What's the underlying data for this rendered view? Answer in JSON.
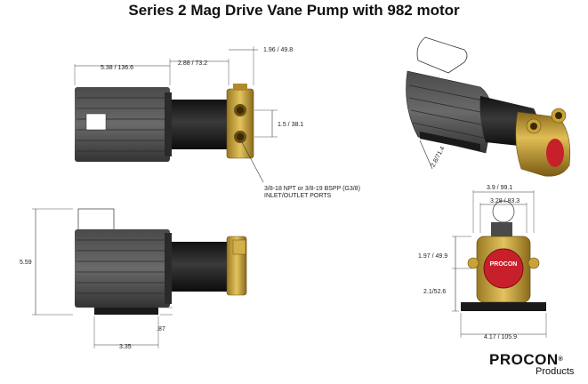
{
  "title": "Series 2 Mag Drive Vane Pump with 982 motor",
  "dimensions": {
    "top_overall": "5.38 / 136.6",
    "top_mid": "2.88 / 73.2",
    "top_pump": "1.96 / 49.8",
    "port_spacing": "1.5 / 38.1",
    "side_height": "5.59",
    "side_base": "3.35",
    "side_foot": ".87",
    "iso_depth": "2.8/71.4",
    "front_width": "3.9 / 99.1",
    "front_inner": "3.28 / 83.3",
    "front_upper": "1.97 / 49.9",
    "front_lower": "2.1/52.6",
    "front_base": "4.17 / 105.9"
  },
  "port_note": [
    "3/8-18 NPT or 3/8-19 BSPP (G3/8)",
    "INLET/OUTLET PORTS"
  ],
  "label_plate": "PROCON",
  "logo": {
    "brand": "PROCON",
    "sub": "Products"
  },
  "colors": {
    "motor_dark": "#3a3a3a",
    "motor_mid": "#5c5c5c",
    "adapter_black": "#1a1a1a",
    "brass": "#c9a23a",
    "brass_dark": "#8a6a1a",
    "label_red": "#c8202a"
  }
}
